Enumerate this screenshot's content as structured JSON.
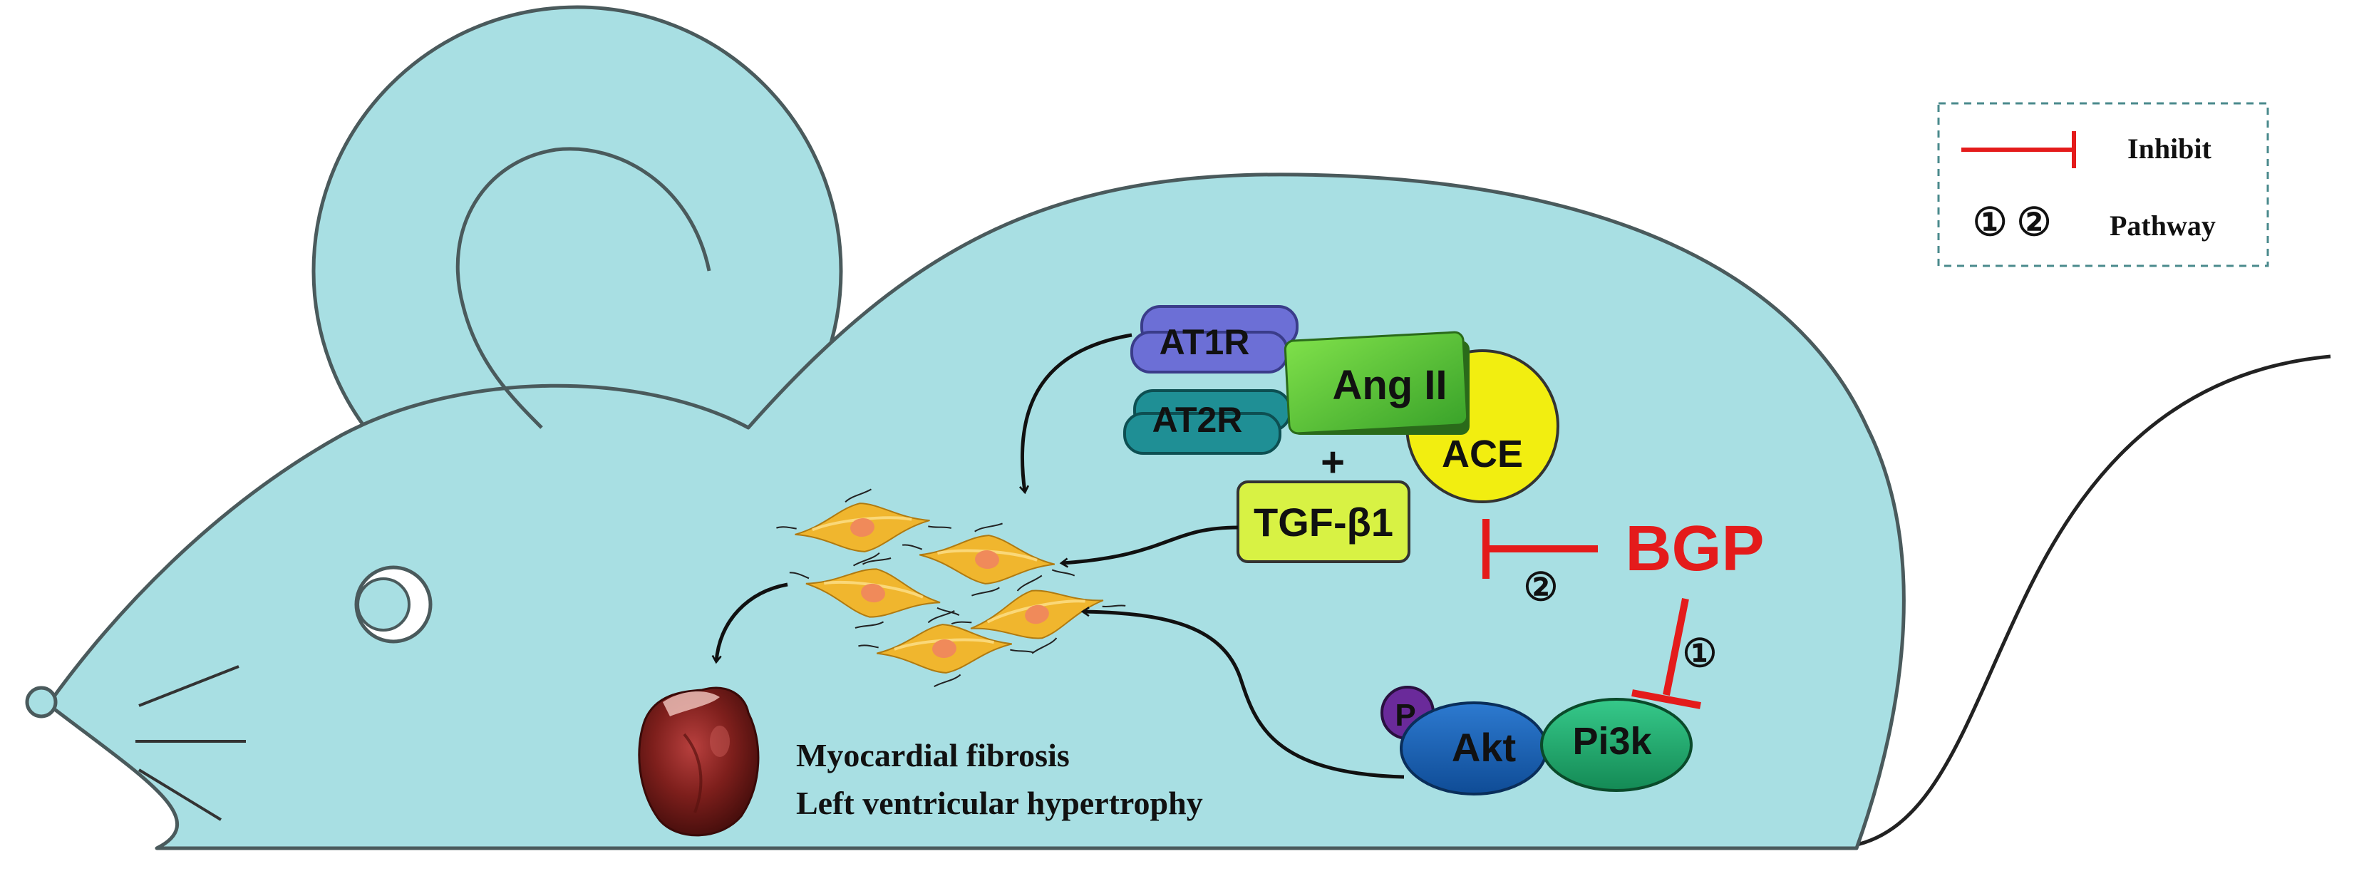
{
  "colors": {
    "mouse_fill": "#a8dfe3",
    "mouse_stroke": "#4a5a5c",
    "inhibit_red": "#e41b1b",
    "at1r": "#6c6fd6",
    "at2r": "#1f8f95",
    "ang_ii": "#5fcf3a",
    "ace": "#f2ee10",
    "tgf": "#d8f244",
    "akt": "#1a63b8",
    "pi3k": "#22a86a",
    "p": "#6a2a9a",
    "cell": "#f0b62e"
  },
  "legend": {
    "inhibit_label": "Inhibit",
    "pathway_symbols": "① ②",
    "pathway_label": "Pathway"
  },
  "molecules": {
    "at1r": "AT1R",
    "at2r": "AT2R",
    "ang_ii": "Ang II",
    "ace": "ACE",
    "plus": "+",
    "tgf": "TGF-β1",
    "bgp": "BGP",
    "akt": "Akt",
    "pi3k": "Pi3k",
    "p": "P"
  },
  "pathway_marks": {
    "one": "①",
    "two": "②"
  },
  "outcomes": {
    "line1": "Myocardial fibrosis",
    "line2": "Left ventricular hypertrophy"
  },
  "icons": [
    "mouse-silhouette",
    "heart-photo",
    "fibroblast-cell-icon",
    "inhibit-arrow-icon"
  ]
}
